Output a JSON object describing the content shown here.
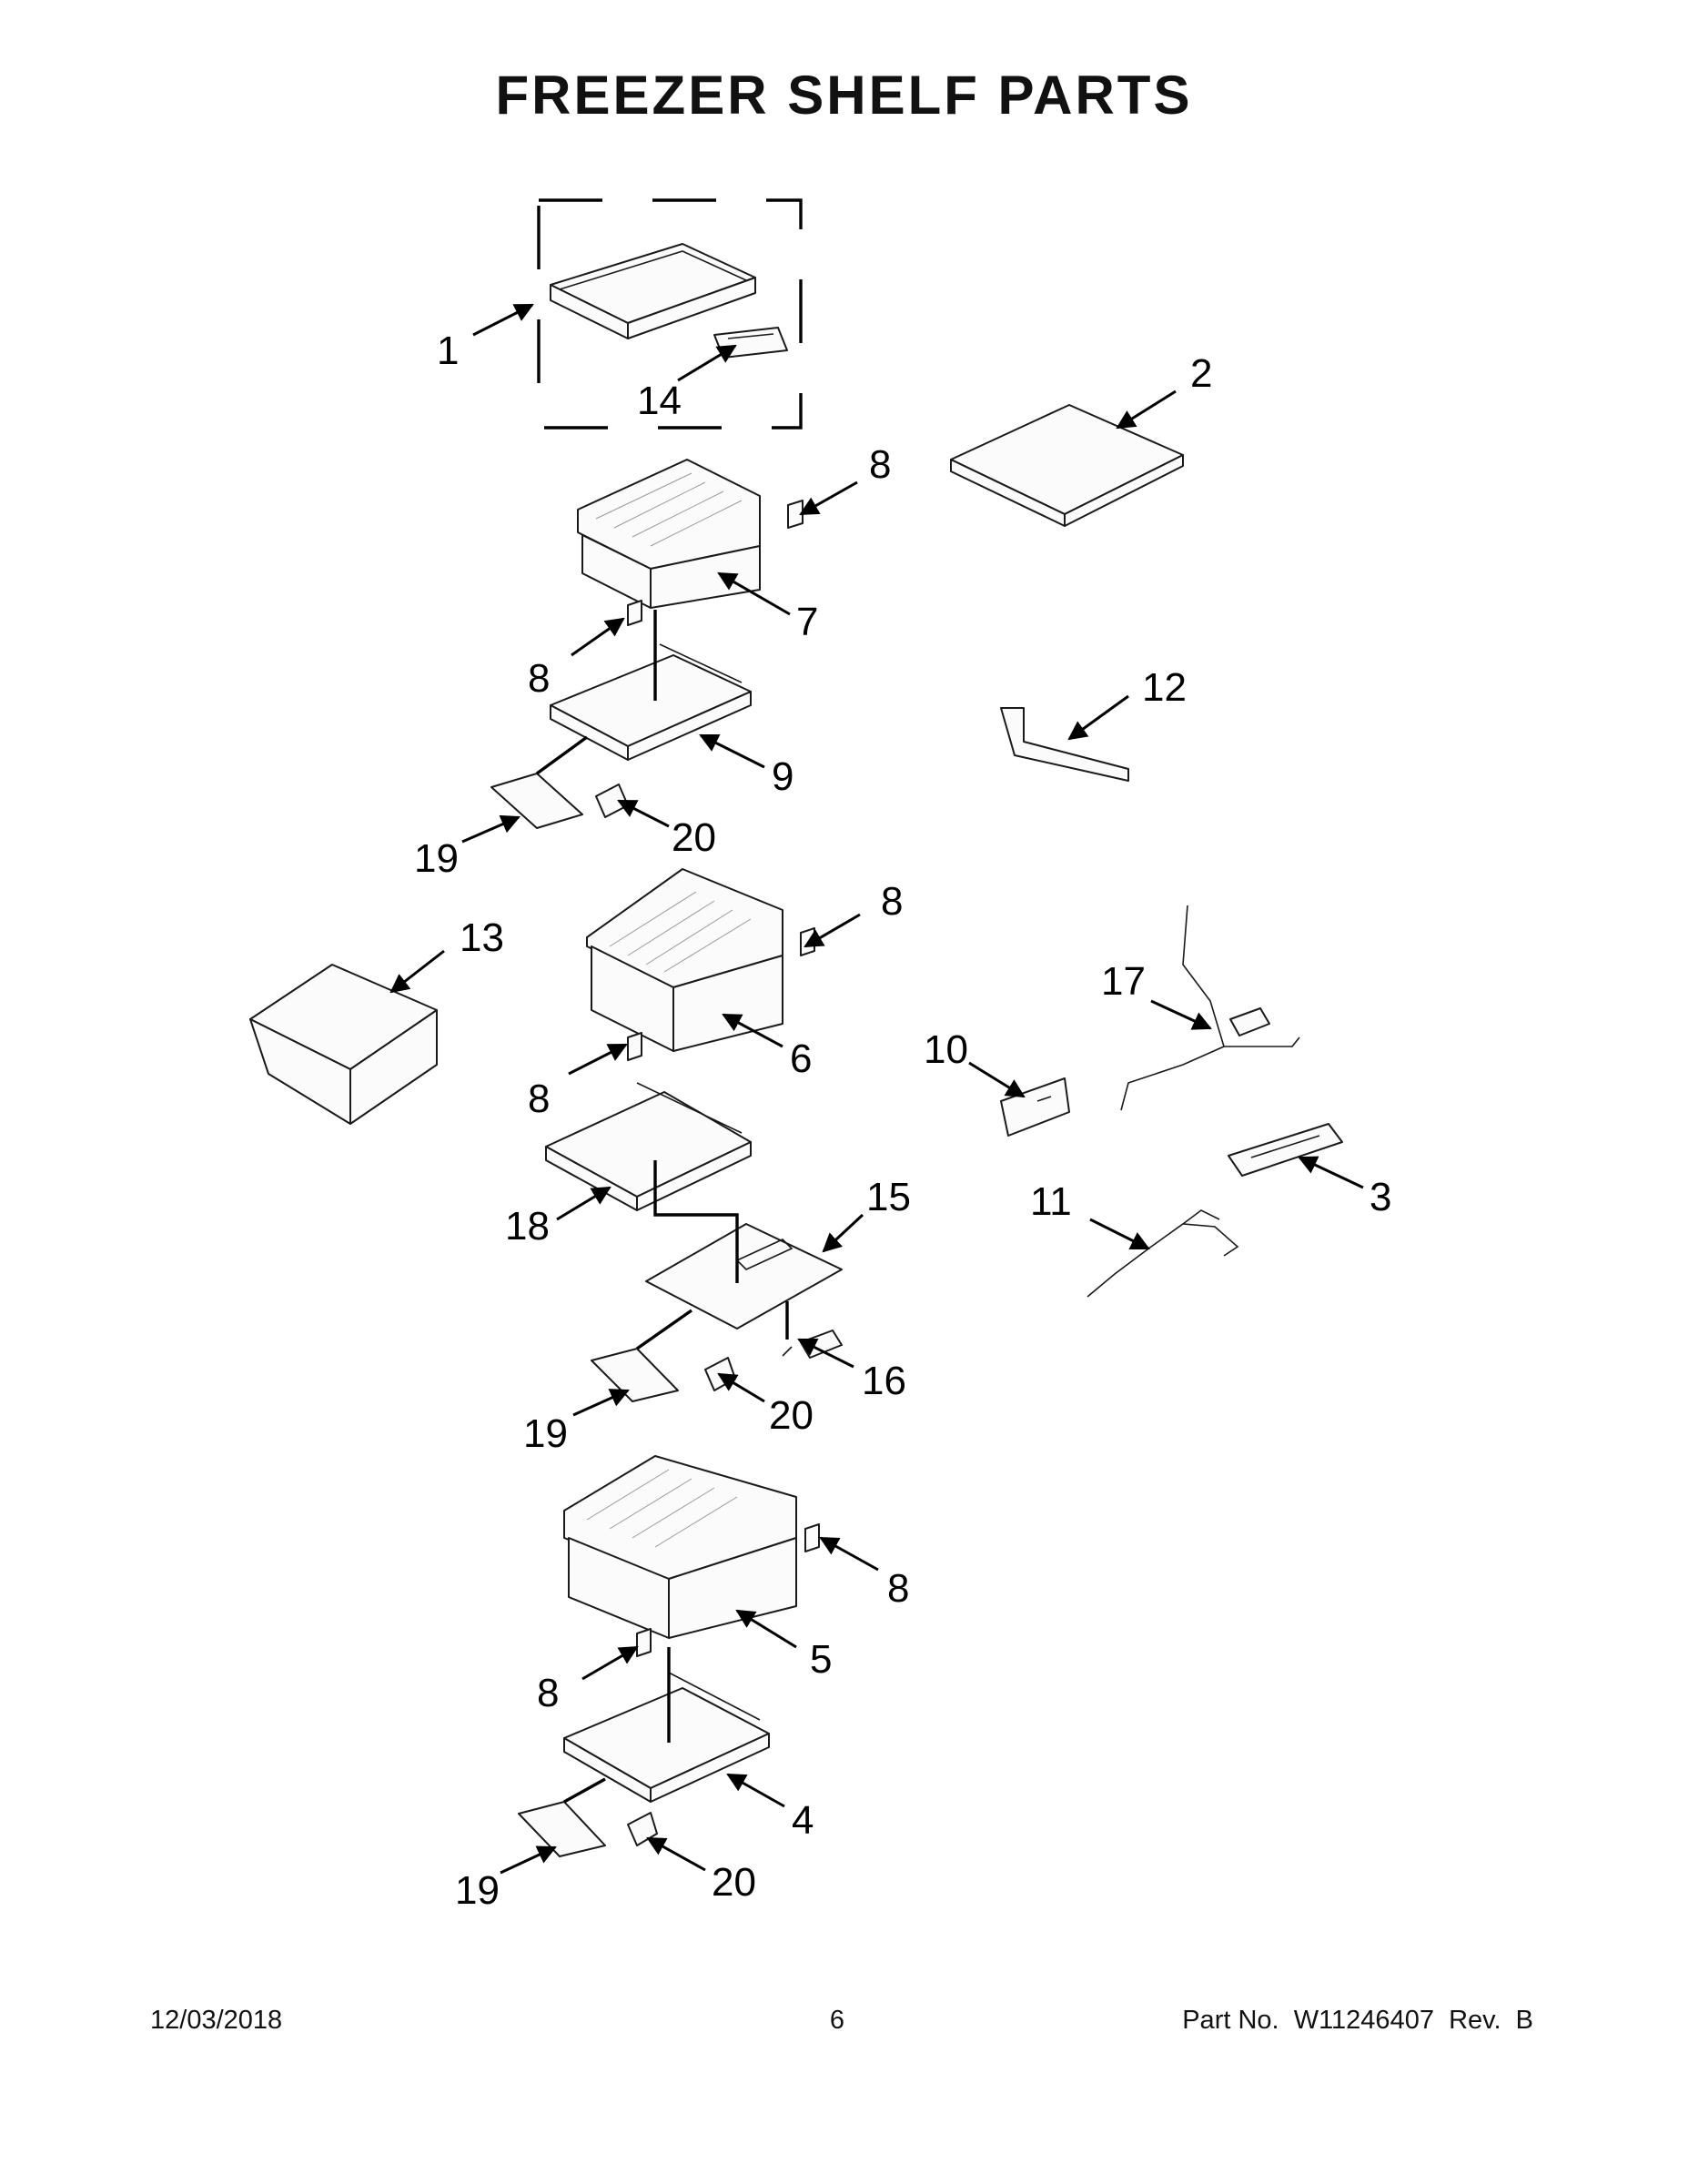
{
  "title": "FREEZER SHELF PARTS",
  "callouts": [
    "1",
    "14",
    "2",
    "8",
    "7",
    "8",
    "9",
    "12",
    "19",
    "20",
    "8",
    "13",
    "6",
    "8",
    "17",
    "10",
    "3",
    "18",
    "15",
    "11",
    "16",
    "19",
    "20",
    "8",
    "5",
    "8",
    "4",
    "19",
    "20"
  ],
  "footer": {
    "date": "12/03/2018",
    "page": "6",
    "part": "Part No.  W11246407  Rev.  B"
  }
}
